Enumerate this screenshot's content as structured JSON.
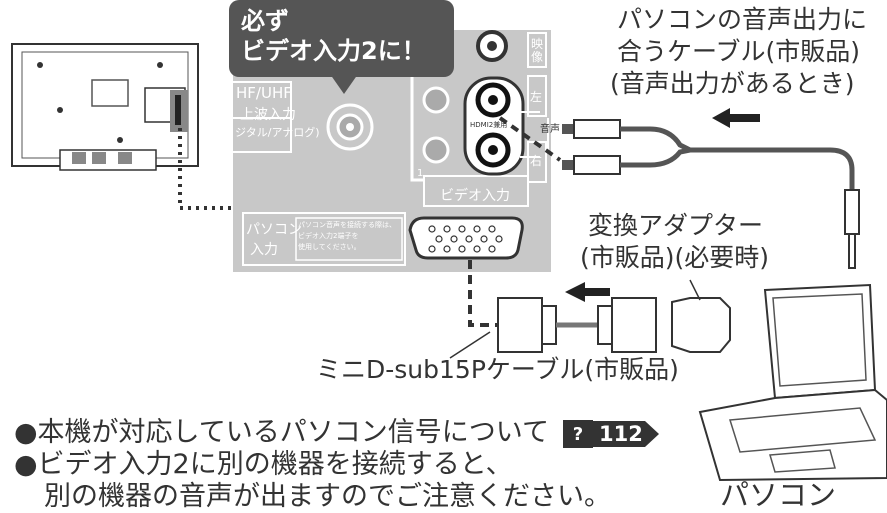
{
  "callout": {
    "line1": "必ず",
    "line2": "ビデオ入力2に！"
  },
  "panel": {
    "hf_uhf": "HF/UHF",
    "antenna_line1": "上波入力",
    "antenna_line2": "ジタル/アナログ)",
    "video_label": "映像",
    "left_label": "左",
    "right_label": "右",
    "audio_label": "音声",
    "hdmi_label": "HDMI2兼用",
    "input_number": "1",
    "video_input_label": "ビデオ入力",
    "pc_input_line1": "パソコン",
    "pc_input_line2": "入力",
    "pc_note_line1": "パソコン音声を接続する際は、",
    "pc_note_line2": "ビデオ入力2端子を",
    "pc_note_line3": "使用してください。"
  },
  "audio_cable": {
    "line1": "パソコンの音声出力に",
    "line2": "合うケーブル(市販品)",
    "line3": "(音声出力があるとき)"
  },
  "adapter": {
    "line1": "変換アダプター",
    "line2": "(市販品)(必要時)"
  },
  "vga_cable": {
    "label": "ミニD-sub15Pケーブル(市販品)"
  },
  "notes": {
    "note1": "●本機が対応しているパソコン信号について",
    "ref_icon": "?",
    "ref_page": "112",
    "note2_line1": "●ビデオ入力2に別の機器を接続すると、",
    "note2_line2": "別の機器の音声が出ますのでご注意ください。"
  },
  "pc": {
    "label": "パソコン"
  },
  "colors": {
    "panel": "#c8c8c8",
    "callout": "#555555",
    "ink": "#333333"
  }
}
